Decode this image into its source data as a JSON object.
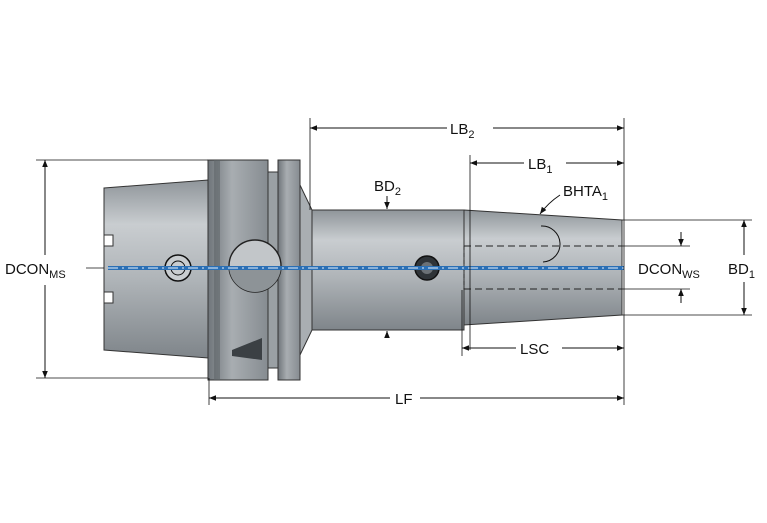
{
  "labels": {
    "lb2": {
      "base": "LB",
      "sub": "2"
    },
    "lb1": {
      "base": "LB",
      "sub": "1"
    },
    "bd2": {
      "base": "BD",
      "sub": "2"
    },
    "bhta1": {
      "base": "BHTA",
      "sub": "1"
    },
    "dcon_ms": {
      "base": "DCON",
      "sub": "MS"
    },
    "dcon_ws": {
      "base": "DCON",
      "sub": "WS"
    },
    "bd1": {
      "base": "BD",
      "sub": "1"
    },
    "lsc": "LSC",
    "lf": "LF"
  },
  "colors": {
    "body": "#b4b9bd",
    "body_dark": "#7d8388",
    "body_light": "#d6d9dc",
    "centerline": "#2a6fb5",
    "line": "#111111"
  }
}
